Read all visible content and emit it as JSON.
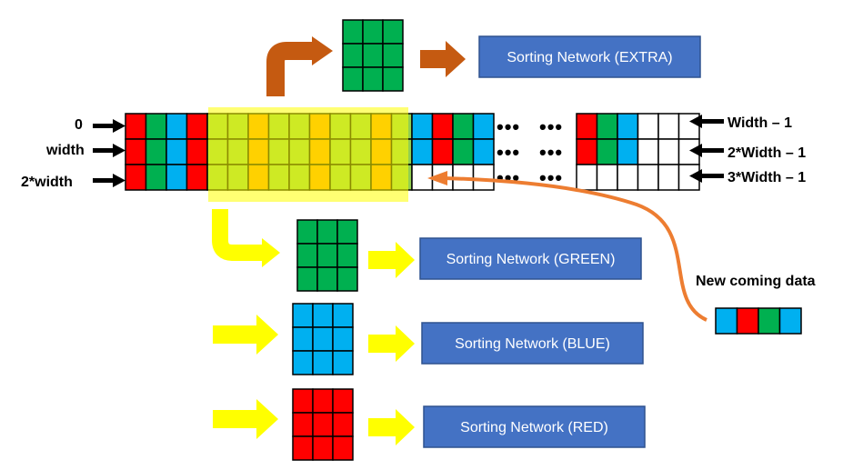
{
  "colors": {
    "red": "#ff0000",
    "green": "#00b050",
    "blue": "#00b0f0",
    "light_green": "#92d050",
    "orange": "#ff9900",
    "white": "#ffffff",
    "box_fill": "#4472c4",
    "box_border": "#2f528f",
    "highlight": "#ffff00",
    "extra_arrow": "#c55a11",
    "yellow_arrow": "#ffff00",
    "new_data_curve": "#ed7d31"
  },
  "buffer": {
    "row_labels": [
      "0",
      "width",
      "2*width"
    ],
    "end_labels": [
      "Width – 1",
      "2*Width – 1",
      "3*Width – 1"
    ],
    "ellipsis": "•••"
  },
  "networks": {
    "extra": "Sorting Network (EXTRA)",
    "green": "Sorting Network (GREEN)",
    "blue": "Sorting Network (BLUE)",
    "red": "Sorting Network (RED)"
  },
  "new_data": {
    "label": "New coming data",
    "cells": [
      "blue",
      "red",
      "green",
      "blue"
    ]
  }
}
